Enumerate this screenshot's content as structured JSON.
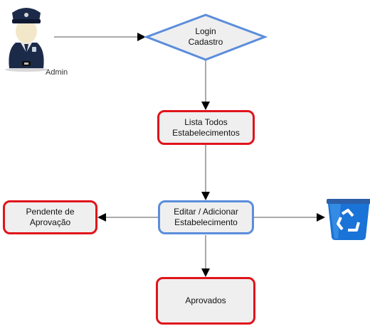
{
  "actor": {
    "label": "Admin",
    "icon": "police-officer-icon"
  },
  "nodes": {
    "login": {
      "label": "Login\nCadastro"
    },
    "lista": {
      "label": "Lista Todos\nEstabelecimentos"
    },
    "editar": {
      "label": "Editar / Adicionar\nEstabelecimento"
    },
    "pendente": {
      "label": "Pendente de\nAprovação"
    },
    "aprovados": {
      "label": "Aprovados"
    },
    "lixeira": {
      "icon": "recycle-bin-icon"
    }
  },
  "colors": {
    "red_border": "#e0141b",
    "blue_border": "#5b8ddb",
    "box_fill": "#efefef",
    "bin": "#1a73d6"
  }
}
